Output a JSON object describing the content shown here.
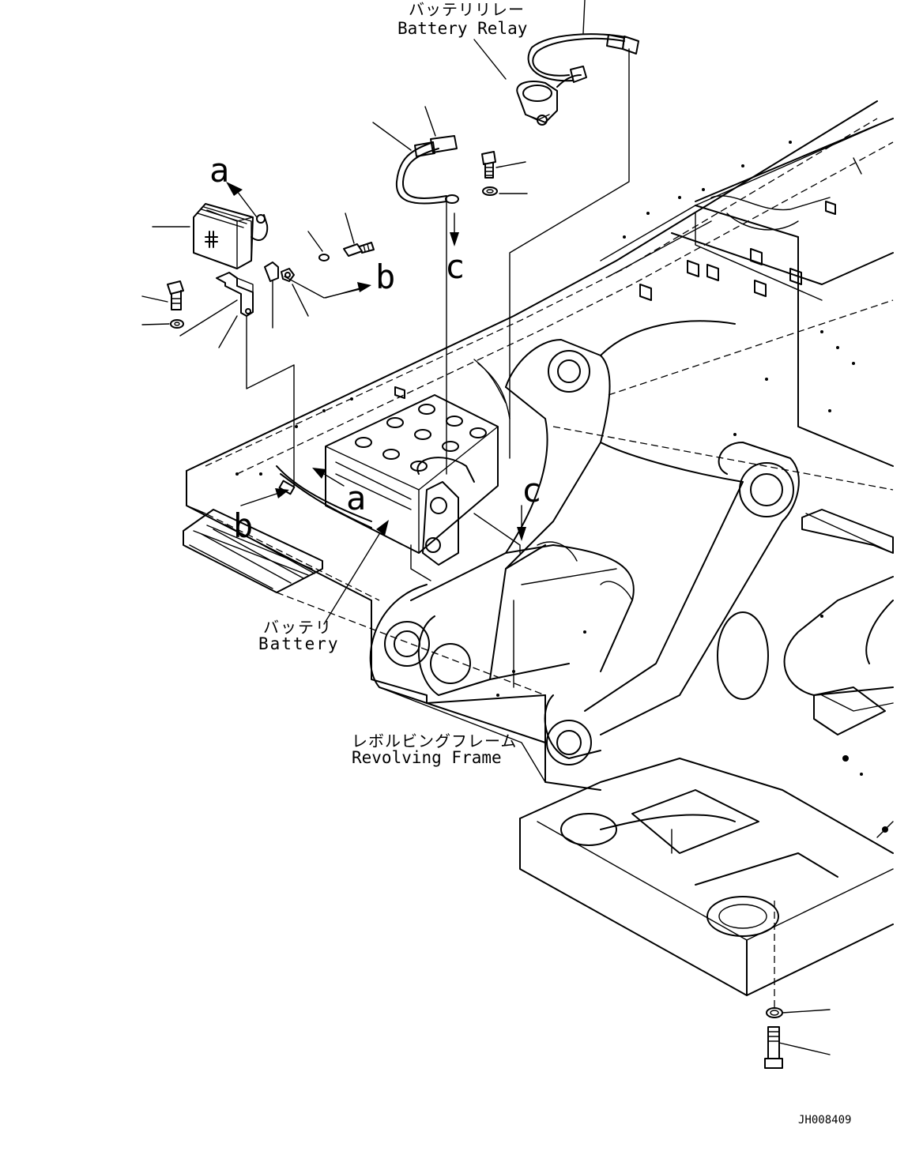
{
  "labels": {
    "battery_relay_jp": "バッテリリレー",
    "battery_relay_en": "Battery Relay",
    "battery_jp": "バッテリ",
    "battery_en": "Battery",
    "revolving_frame_jp": "レボルビングフレーム",
    "revolving_frame_en": "Revolving Frame",
    "drawing_number": "JH008409"
  },
  "callouts": {
    "a": "a",
    "b": "b",
    "c": "c"
  }
}
